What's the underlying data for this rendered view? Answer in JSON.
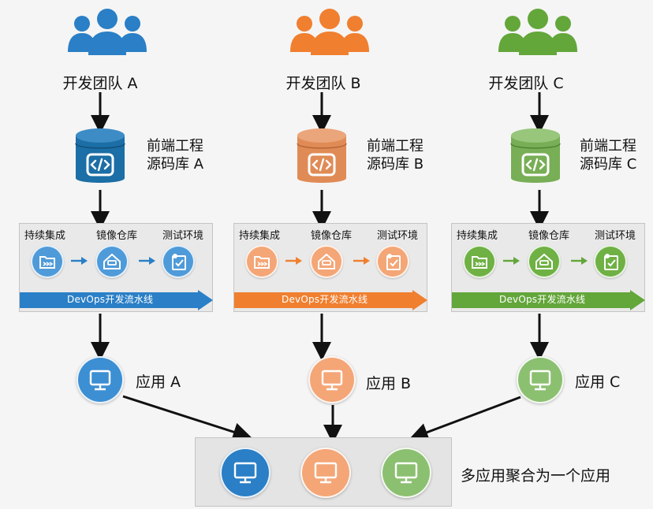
{
  "columns": [
    {
      "id": "a",
      "color": "#2a7fc6",
      "light": "#5aa2dc",
      "dbColor": "#1b6ea6",
      "team": "开发团队 A",
      "repo_line1": "前端工程",
      "repo_line2": "源码库 A",
      "stages": [
        "持续集成",
        "镜像仓库",
        "测试环境"
      ],
      "pipeline": "DevOps开发流水线",
      "app": "应用 A"
    },
    {
      "id": "b",
      "color": "#f07f2f",
      "light": "#f4a677",
      "dbColor": "#e08b55",
      "team": "开发团队 B",
      "repo_line1": "前端工程",
      "repo_line2": "源码库 B",
      "stages": [
        "持续集成",
        "镜像仓库",
        "测试环境"
      ],
      "pipeline": "DevOps开发流水线",
      "app": "应用 B"
    },
    {
      "id": "c",
      "color": "#63a63a",
      "light": "#8cc071",
      "dbColor": "#78ae55",
      "team": "开发团队 C",
      "repo_line1": "前端工程",
      "repo_line2": "源码库 C",
      "stages": [
        "持续集成",
        "镜像仓库",
        "测试环境"
      ],
      "pipeline": "DevOps开发流水线",
      "app": "应用 C"
    }
  ],
  "aggregate": {
    "label": "多应用聚合为一个应用",
    "colors": [
      "#2a7fc6",
      "#f4a677",
      "#8cc071"
    ]
  }
}
